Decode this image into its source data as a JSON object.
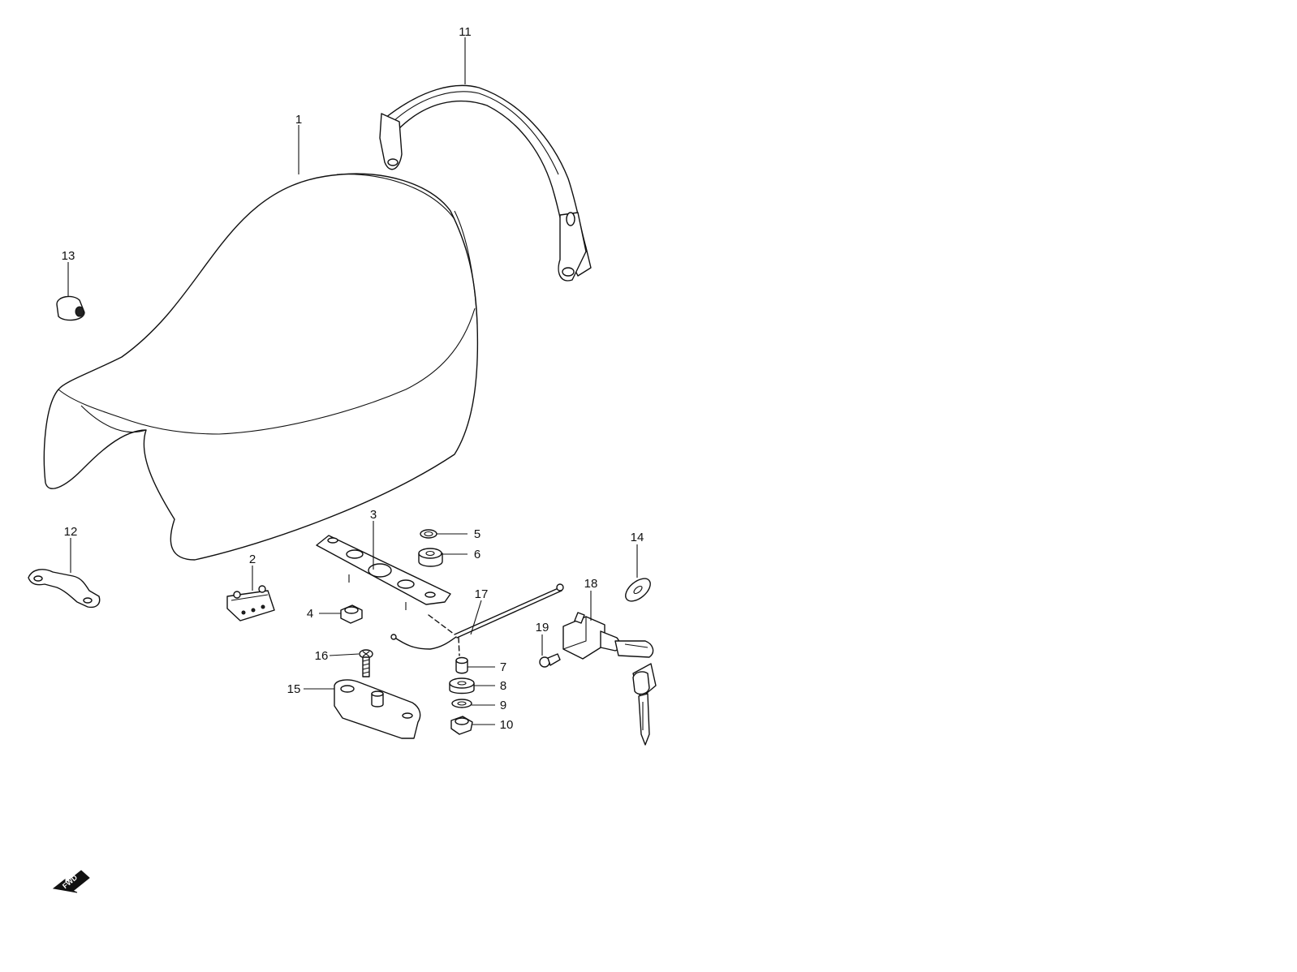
{
  "labels": {
    "l1": "1",
    "l2": "2",
    "l3": "3",
    "l4": "4",
    "l5": "5",
    "l6": "6",
    "l7": "7",
    "l8": "8",
    "l9": "9",
    "l10": "10",
    "l11": "11",
    "l12": "12",
    "l13": "13",
    "l14": "14",
    "l15": "15",
    "l16": "16",
    "l17": "17",
    "l18": "18",
    "l19": "19"
  },
  "fwd_arrow": {
    "text": "FWD",
    "icon": "fwd-arrow-icon"
  },
  "colors": {
    "line": "#111111",
    "background": "#ffffff"
  }
}
